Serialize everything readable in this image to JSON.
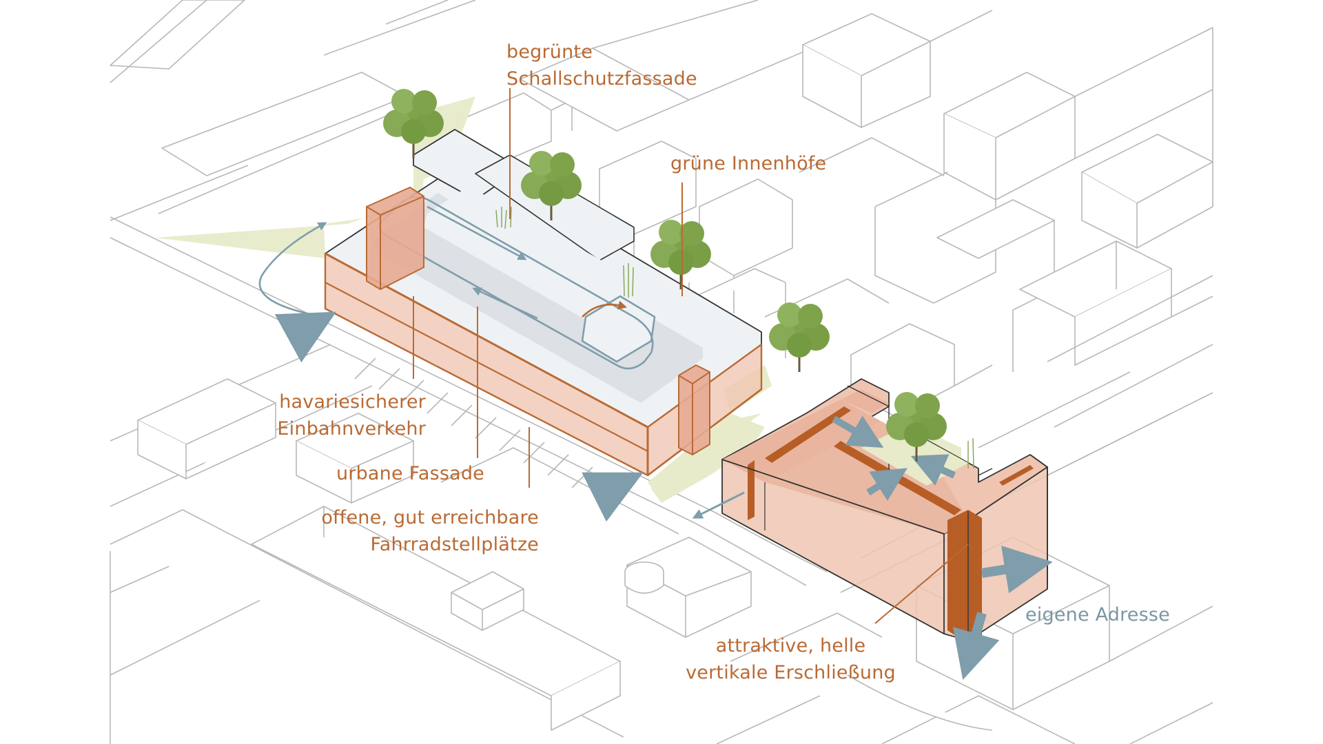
{
  "labels": {
    "facade_green": {
      "line1": "begrünte",
      "line2": "Schallschutzfassade"
    },
    "courtyards": "grüne Innenhöfe",
    "traffic": {
      "line1": "havariesicherer",
      "line2": "Einbahnverkehr"
    },
    "urban_facade": "urbane Fassade",
    "bike_parking": {
      "line1": "offene, gut erreichbare",
      "line2": "Fahrradstellplätze"
    },
    "own_address": "eigene Adresse",
    "access": {
      "line1": "attraktive, helle",
      "line2": "vertikale Erschließung"
    }
  },
  "colors": {
    "annotation": "#b96a34",
    "address": "#7a96a3",
    "building_fill": "#efc5b2",
    "building_fill_dark": "#e5a98f",
    "core": "#b75d26",
    "lawn": "#e7ebc9",
    "roof": "#eef2f5",
    "arrow": "#7f9dab",
    "context_line": "#b7b7b7",
    "tree": "#7ea34a"
  }
}
